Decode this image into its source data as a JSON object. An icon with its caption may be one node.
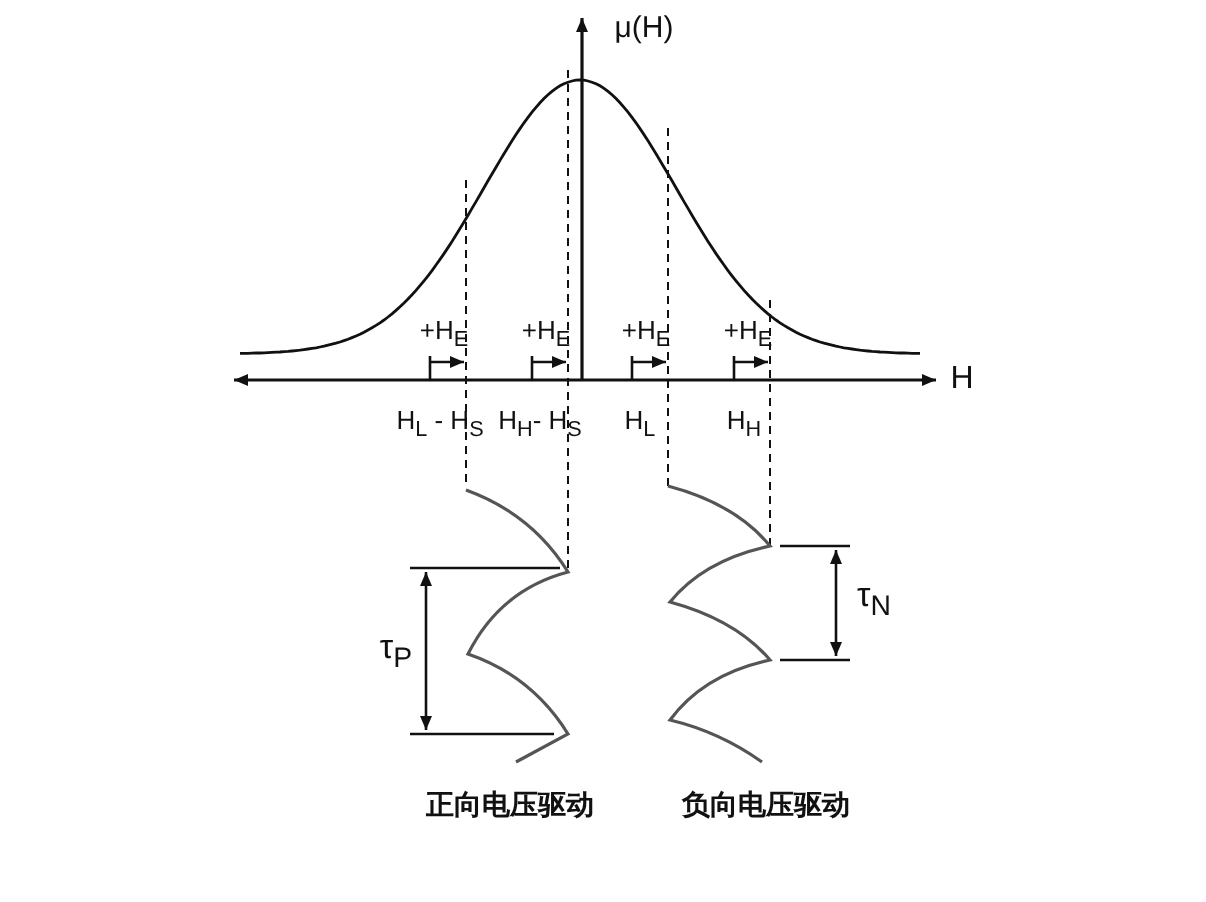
{
  "diagram": {
    "labels": [
      "μ(H)",
      "H",
      "+H$_{E}$",
      "+H$_{E}$",
      "+H$_{E}$",
      "+H$_{E}$",
      "H$_{L}$ - H$_{S}$",
      "H$_{H}$- H$_{S}$",
      "H$_{L}$",
      "H$_{H}$",
      "τ$_{P}$",
      "τ$_{N}$",
      "正向电压驱动",
      "负向电压驱动"
    ]
  }
}
